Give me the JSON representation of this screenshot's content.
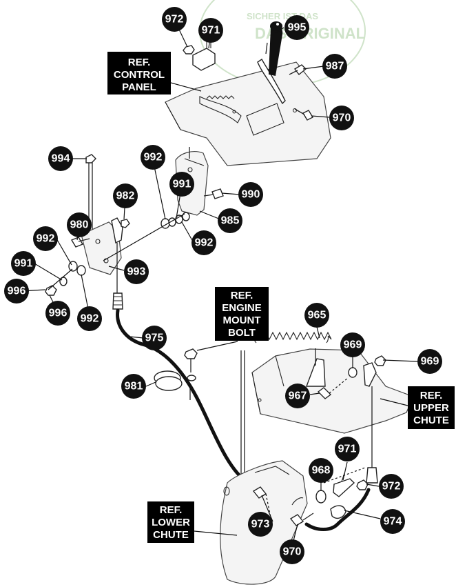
{
  "watermark": {
    "line1": "SICHER IST DAS",
    "line2": "DAS ORIGINAL"
  },
  "ref_labels": [
    {
      "id": "control-panel",
      "lines": [
        "REF.",
        "CONTROL",
        "PANEL"
      ]
    },
    {
      "id": "engine-mount-bolt",
      "lines": [
        "REF.",
        "ENGINE",
        "MOUNT",
        "BOLT"
      ]
    },
    {
      "id": "upper-chute",
      "lines": [
        "REF.",
        "UPPER",
        "CHUTE"
      ]
    },
    {
      "id": "lower-chute",
      "lines": [
        "REF.",
        "LOWER",
        "CHUTE"
      ]
    }
  ],
  "callouts": [
    {
      "id": "c972-top",
      "label": "972"
    },
    {
      "id": "c971-top",
      "label": "971"
    },
    {
      "id": "c995",
      "label": "995"
    },
    {
      "id": "c987",
      "label": "987"
    },
    {
      "id": "c970-top",
      "label": "970"
    },
    {
      "id": "c994",
      "label": "994"
    },
    {
      "id": "c992-a",
      "label": "992"
    },
    {
      "id": "c991-a",
      "label": "991"
    },
    {
      "id": "c990",
      "label": "990"
    },
    {
      "id": "c982",
      "label": "982"
    },
    {
      "id": "c985",
      "label": "985"
    },
    {
      "id": "c980",
      "label": "980"
    },
    {
      "id": "c992-b",
      "label": "992"
    },
    {
      "id": "c992-c",
      "label": "992"
    },
    {
      "id": "c993",
      "label": "993"
    },
    {
      "id": "c991-b",
      "label": "991"
    },
    {
      "id": "c996-a",
      "label": "996"
    },
    {
      "id": "c996-b",
      "label": "996"
    },
    {
      "id": "c992-d",
      "label": "992"
    },
    {
      "id": "c975",
      "label": "975"
    },
    {
      "id": "c965",
      "label": "965"
    },
    {
      "id": "c969-a",
      "label": "969"
    },
    {
      "id": "c969-b",
      "label": "969"
    },
    {
      "id": "c981",
      "label": "981"
    },
    {
      "id": "c967",
      "label": "967"
    },
    {
      "id": "c971-bot",
      "label": "971"
    },
    {
      "id": "c968",
      "label": "968"
    },
    {
      "id": "c972-bot",
      "label": "972"
    },
    {
      "id": "c974",
      "label": "974"
    },
    {
      "id": "c973",
      "label": "973"
    },
    {
      "id": "c970-bot",
      "label": "970"
    }
  ]
}
